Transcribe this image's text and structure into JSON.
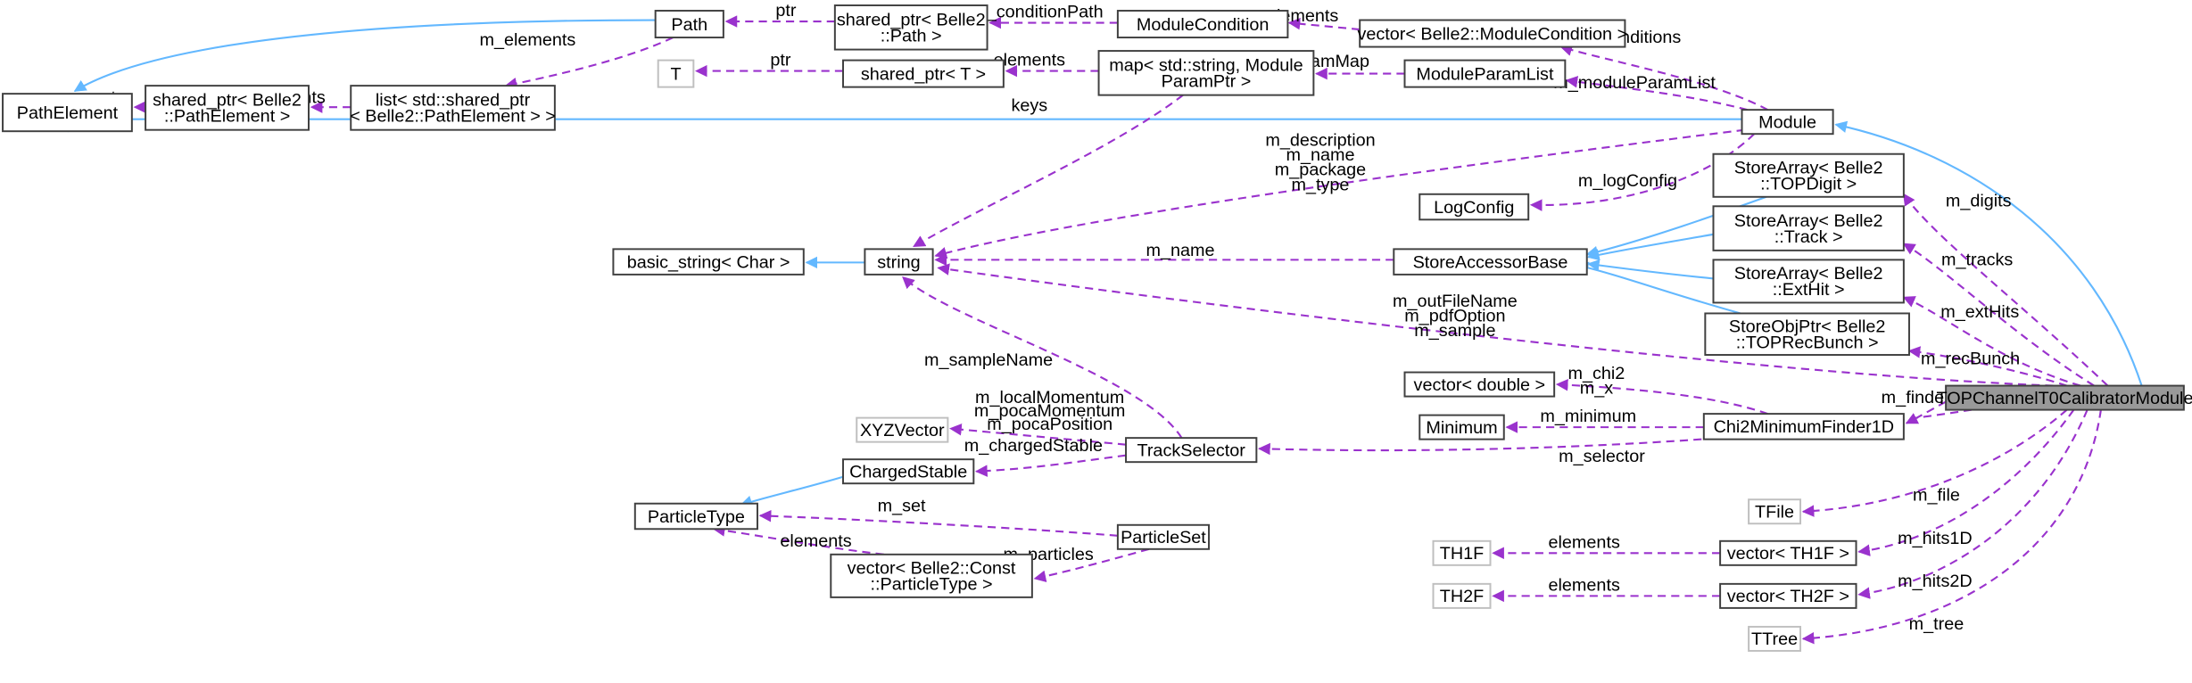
{
  "nodes": [
    {
      "id": "PathElement",
      "lines": [
        "PathElement"
      ]
    },
    {
      "id": "Path",
      "lines": [
        "Path"
      ]
    },
    {
      "id": "sp_PathElement",
      "lines": [
        "shared_ptr< Belle2",
        "::PathElement >"
      ]
    },
    {
      "id": "list_PathElement",
      "lines": [
        "list< std::shared_ptr",
        "< Belle2::PathElement > >"
      ]
    },
    {
      "id": "sp_Path",
      "lines": [
        "shared_ptr< Belle2",
        "::Path >"
      ]
    },
    {
      "id": "ModuleCondition",
      "lines": [
        "ModuleCondition"
      ]
    },
    {
      "id": "vec_ModuleCondition",
      "lines": [
        "vector< Belle2::ModuleCondition >"
      ]
    },
    {
      "id": "T",
      "lines": [
        "T"
      ]
    },
    {
      "id": "sp_T",
      "lines": [
        "shared_ptr< T >"
      ]
    },
    {
      "id": "map_ModuleParam",
      "lines": [
        "map< std::string, Module",
        "ParamPtr >"
      ]
    },
    {
      "id": "ModuleParamList",
      "lines": [
        "ModuleParamList"
      ]
    },
    {
      "id": "Module",
      "lines": [
        "Module"
      ]
    },
    {
      "id": "basic_string",
      "lines": [
        "basic_string< Char >"
      ]
    },
    {
      "id": "string",
      "lines": [
        "string"
      ]
    },
    {
      "id": "LogConfig",
      "lines": [
        "LogConfig"
      ]
    },
    {
      "id": "StoreAccessorBase",
      "lines": [
        "StoreAccessorBase"
      ]
    },
    {
      "id": "SA_TOPDigit",
      "lines": [
        "StoreArray< Belle2",
        "::TOPDigit >"
      ]
    },
    {
      "id": "SA_Track",
      "lines": [
        "StoreArray< Belle2",
        "::Track >"
      ]
    },
    {
      "id": "SA_ExtHit",
      "lines": [
        "StoreArray< Belle2",
        "::ExtHit >"
      ]
    },
    {
      "id": "SOP_TOPRecBunch",
      "lines": [
        "StoreObjPtr< Belle2",
        "::TOPRecBunch >"
      ]
    },
    {
      "id": "vec_double",
      "lines": [
        "vector< double >"
      ]
    },
    {
      "id": "Minimum",
      "lines": [
        "Minimum"
      ]
    },
    {
      "id": "Chi2MinimumFinder1D",
      "lines": [
        "Chi2MinimumFinder1D"
      ]
    },
    {
      "id": "XYZVector",
      "lines": [
        "XYZVector"
      ]
    },
    {
      "id": "TrackSelector",
      "lines": [
        "TrackSelector"
      ]
    },
    {
      "id": "ChargedStable",
      "lines": [
        "ChargedStable"
      ]
    },
    {
      "id": "ParticleType",
      "lines": [
        "ParticleType"
      ]
    },
    {
      "id": "ParticleSet",
      "lines": [
        "ParticleSet"
      ]
    },
    {
      "id": "vec_ParticleType",
      "lines": [
        "vector< Belle2::Const",
        "::ParticleType >"
      ]
    },
    {
      "id": "TFile",
      "lines": [
        "TFile"
      ]
    },
    {
      "id": "TH1F",
      "lines": [
        "TH1F"
      ]
    },
    {
      "id": "vec_TH1F",
      "lines": [
        "vector< TH1F >"
      ]
    },
    {
      "id": "TH2F",
      "lines": [
        "TH2F"
      ]
    },
    {
      "id": "vec_TH2F",
      "lines": [
        "vector< TH2F >"
      ]
    },
    {
      "id": "TTree",
      "lines": [
        "TTree"
      ]
    },
    {
      "id": "TOPChannelT0CalibratorModule",
      "lines": [
        "TOPChannelT0CalibratorModule"
      ]
    }
  ],
  "edges": [
    {
      "id": "path-pathelement",
      "type": "inherit",
      "label": []
    },
    {
      "id": "module-pathelement",
      "type": "inherit",
      "label": []
    },
    {
      "id": "sp-pathelement-ptr",
      "type": "use",
      "label": [
        "ptr"
      ]
    },
    {
      "id": "list-elements",
      "type": "use",
      "label": [
        "elements"
      ]
    },
    {
      "id": "path-m-elements",
      "type": "use",
      "label": [
        "m_elements"
      ]
    },
    {
      "id": "sp-path-ptr",
      "type": "use",
      "label": [
        "ptr"
      ]
    },
    {
      "id": "condition-path",
      "type": "use",
      "label": [
        "m_conditionPath"
      ]
    },
    {
      "id": "vec-condition-elements",
      "type": "use",
      "label": [
        "elements"
      ]
    },
    {
      "id": "module-conditions",
      "type": "use",
      "label": [
        "m_conditions"
      ]
    },
    {
      "id": "sp-t-ptr",
      "type": "use",
      "label": [
        "ptr"
      ]
    },
    {
      "id": "map-elements",
      "type": "use",
      "label": [
        "elements"
      ]
    },
    {
      "id": "param-map",
      "type": "use",
      "label": [
        "m_paramMap"
      ]
    },
    {
      "id": "module-param-list",
      "type": "use",
      "label": [
        "m_moduleParamList"
      ]
    },
    {
      "id": "map-keys",
      "type": "use",
      "label": [
        "keys"
      ]
    },
    {
      "id": "module-strings",
      "type": "use",
      "label": [
        "m_description",
        "m_name",
        "m_package",
        "m_type"
      ]
    },
    {
      "id": "module-logconfig",
      "type": "use",
      "label": [
        "m_logConfig"
      ]
    },
    {
      "id": "string-basic",
      "type": "inherit",
      "label": []
    },
    {
      "id": "storeaccessor-name",
      "type": "use",
      "label": [
        "m_name"
      ]
    },
    {
      "id": "digit-storeaccessor",
      "type": "inherit",
      "label": []
    },
    {
      "id": "track-storeaccessor",
      "type": "inherit",
      "label": []
    },
    {
      "id": "exthit-storeaccessor",
      "type": "inherit",
      "label": []
    },
    {
      "id": "recbunch-storeaccessor",
      "type": "inherit",
      "label": []
    },
    {
      "id": "calib-module",
      "type": "inherit",
      "label": []
    },
    {
      "id": "calib-digits",
      "type": "use",
      "label": [
        "m_digits"
      ]
    },
    {
      "id": "calib-tracks",
      "type": "use",
      "label": [
        "m_tracks"
      ]
    },
    {
      "id": "calib-exthits",
      "type": "use",
      "label": [
        "m_extHits"
      ]
    },
    {
      "id": "calib-recbunch",
      "type": "use",
      "label": [
        "m_recBunch"
      ]
    },
    {
      "id": "calib-strings",
      "type": "use",
      "label": [
        "m_outFileName",
        "m_pdfOption",
        "m_sample"
      ]
    },
    {
      "id": "finder-chi2",
      "type": "use",
      "label": [
        "m_chi2",
        "m_x"
      ]
    },
    {
      "id": "finder-minimum",
      "type": "use",
      "label": [
        "m_minimum"
      ]
    },
    {
      "id": "calib-finders",
      "type": "use",
      "label": [
        "m_finders"
      ]
    },
    {
      "id": "selector-samplename",
      "type": "use",
      "label": [
        "m_sampleName"
      ]
    },
    {
      "id": "selector-xyz",
      "type": "use",
      "label": [
        "m_localMomentum",
        "m_pocaMomentum",
        "m_pocaPosition"
      ]
    },
    {
      "id": "selector-charged",
      "type": "use",
      "label": [
        "m_chargedStable"
      ]
    },
    {
      "id": "calib-selector",
      "type": "use",
      "label": [
        "m_selector"
      ]
    },
    {
      "id": "charged-particletype",
      "type": "inherit",
      "label": []
    },
    {
      "id": "particleset-set",
      "type": "use",
      "label": [
        "m_set"
      ]
    },
    {
      "id": "particleset-particles",
      "type": "use",
      "label": [
        "m_particles"
      ]
    },
    {
      "id": "vec-particletype-elements",
      "type": "use",
      "label": [
        "elements"
      ]
    },
    {
      "id": "calib-file",
      "type": "use",
      "label": [
        "m_file"
      ]
    },
    {
      "id": "th1f-elements",
      "type": "use",
      "label": [
        "elements"
      ]
    },
    {
      "id": "calib-hits1d",
      "type": "use",
      "label": [
        "m_hits1D"
      ]
    },
    {
      "id": "th2f-elements",
      "type": "use",
      "label": [
        "elements"
      ]
    },
    {
      "id": "calib-hits2d",
      "type": "use",
      "label": [
        "m_hits2D"
      ]
    },
    {
      "id": "calib-tree",
      "type": "use",
      "label": [
        "m_tree"
      ]
    }
  ]
}
